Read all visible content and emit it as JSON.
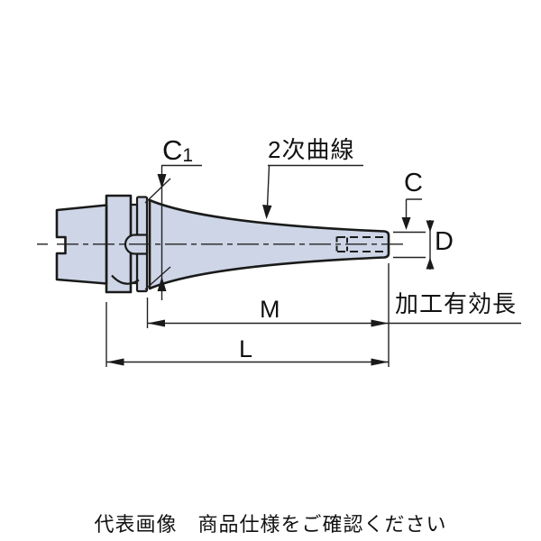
{
  "drawing": {
    "title_caption": "代表画像　商品仕様をご確認ください",
    "labels": {
      "chamfer_main": "C",
      "chamfer_sub": "1",
      "curve_note": "2次曲線",
      "tip_chamfer": "C",
      "tip_diameter": "D",
      "dim_m": "M",
      "dim_l": "L",
      "effective_length": "加工有効長"
    },
    "colors": {
      "body_fill": "#cdd5e6",
      "outline": "#1a1a1a",
      "background": "#ffffff"
    }
  }
}
